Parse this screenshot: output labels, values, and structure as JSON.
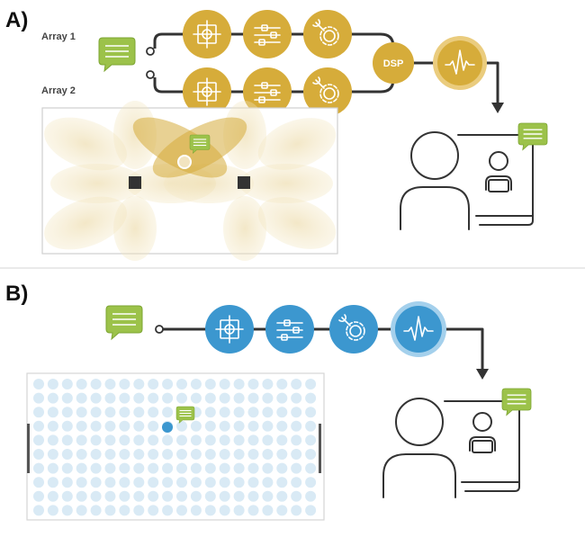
{
  "panels": {
    "a": {
      "label": "A)"
    },
    "b": {
      "label": "B)"
    }
  },
  "arrays": {
    "array1": {
      "label": "Array 1"
    },
    "array2": {
      "label": "Array 2"
    }
  },
  "dsp": {
    "label": "DSP"
  },
  "colors": {
    "gold": "#D6AC3A",
    "gold_ring": "#EACC7E",
    "blue": "#3C97CF",
    "blue_ring": "#A4D0EC",
    "dot_fill": "#D9EAF5",
    "chat_green": "#9CC24A",
    "wire": "#333333"
  },
  "icons": [
    "crosshair-icon",
    "sliders-icon",
    "gear-wrench-icon",
    "waveform-icon",
    "chat-bubble-icon",
    "person-icon"
  ]
}
